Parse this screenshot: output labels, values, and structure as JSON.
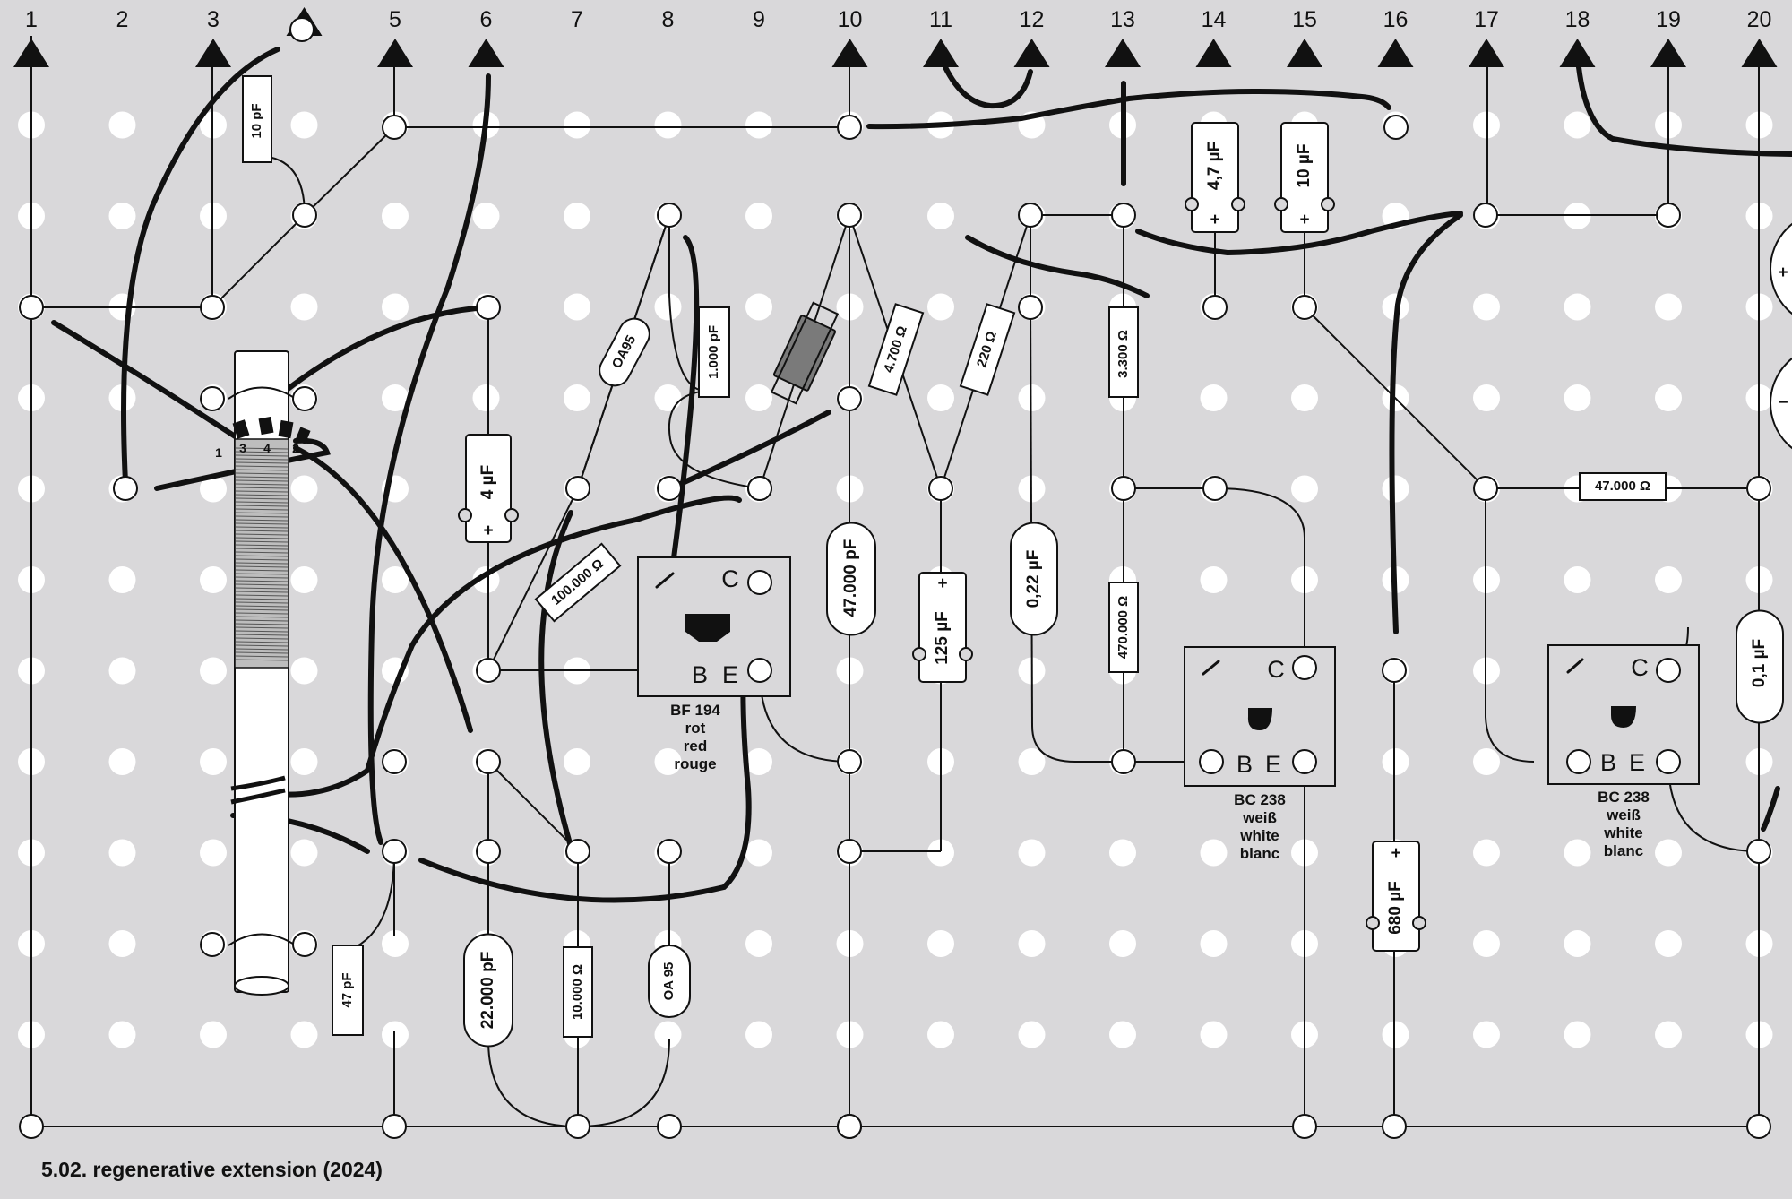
{
  "title": "5.02. regenerative extension (2024)",
  "columns": [
    "1",
    "2",
    "3",
    "",
    "5",
    "6",
    "7",
    "8",
    "9",
    "10",
    "11",
    "12",
    "13",
    "14",
    "15",
    "16",
    "17",
    "18",
    "19",
    "20"
  ],
  "components": {
    "cap_10pF": "10 pF",
    "cap_4uF": "4 µF",
    "diode_OA95": "OA95",
    "cap_1000pF": "1.000 pF",
    "res_4700": "4.700 Ω",
    "res_220": "220 Ω",
    "res_3300": "3.300 Ω",
    "cap_4_7uF": "4,7 µF",
    "cap_10uF": "10 µF",
    "res_100000": "100.000 Ω",
    "cap_47000pF": "47.000 pF",
    "cap_125uF": "125 µF",
    "cap_0_22uF": "0,22 µF",
    "res_470000": "470.000 Ω",
    "res_47000": "47.000 Ω",
    "cap_0_1uF": "0,1 µF",
    "cap_680uF": "680 µF",
    "cap_47pF": "47 pF",
    "cap_22000pF": "22.000 pF",
    "res_10000": "10.000 Ω",
    "diode_OA_95": "OA 95",
    "plus": "+",
    "minus": "−"
  },
  "transistors": [
    {
      "id": "t1",
      "C": "C",
      "B": "B",
      "E": "E",
      "caption": [
        "BF 194",
        "rot",
        "red",
        "rouge"
      ]
    },
    {
      "id": "t2",
      "C": "C",
      "B": "B",
      "E": "E",
      "caption": [
        "BC 238",
        "weiß",
        "white",
        "blanc"
      ]
    },
    {
      "id": "t3",
      "C": "C",
      "B": "B",
      "E": "E",
      "caption": [
        "BC 238",
        "weiß",
        "white",
        "blanc"
      ]
    }
  ],
  "coil_taps": [
    "1",
    "3",
    "4",
    "2"
  ],
  "colors": {
    "board": "#d9d8da",
    "ink": "#111111",
    "dot": "#ffffff"
  }
}
